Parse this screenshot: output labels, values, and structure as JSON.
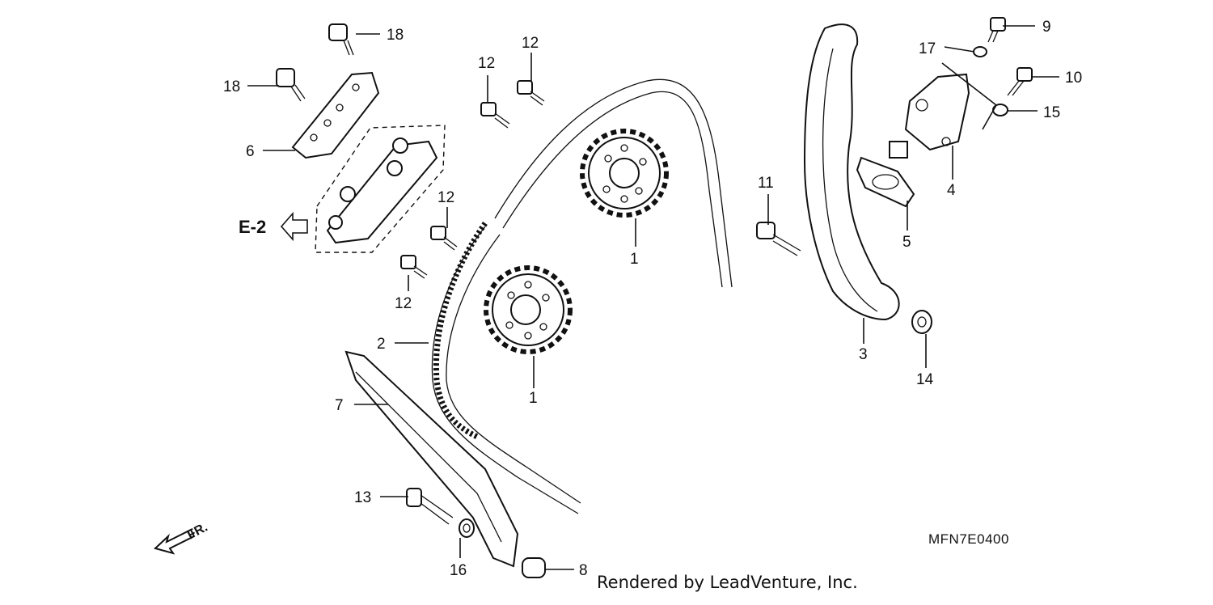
{
  "diagram": {
    "reference_code": "MFN7E0400",
    "credit": "Rendered by LeadVenture, Inc.",
    "nav_ref": "E-2",
    "front_marker": "FR.",
    "callouts": [
      {
        "id": "c1a",
        "text": "1"
      },
      {
        "id": "c1b",
        "text": "1"
      },
      {
        "id": "c2",
        "text": "2"
      },
      {
        "id": "c3",
        "text": "3"
      },
      {
        "id": "c4",
        "text": "4"
      },
      {
        "id": "c5",
        "text": "5"
      },
      {
        "id": "c6",
        "text": "6"
      },
      {
        "id": "c7",
        "text": "7"
      },
      {
        "id": "c8",
        "text": "8"
      },
      {
        "id": "c9",
        "text": "9"
      },
      {
        "id": "c10",
        "text": "10"
      },
      {
        "id": "c11",
        "text": "11"
      },
      {
        "id": "c12a",
        "text": "12"
      },
      {
        "id": "c12b",
        "text": "12"
      },
      {
        "id": "c12c",
        "text": "12"
      },
      {
        "id": "c12d",
        "text": "12"
      },
      {
        "id": "c13",
        "text": "13"
      },
      {
        "id": "c14",
        "text": "14"
      },
      {
        "id": "c15",
        "text": "15"
      },
      {
        "id": "c16",
        "text": "16"
      },
      {
        "id": "c17",
        "text": "17"
      },
      {
        "id": "c18a",
        "text": "18"
      },
      {
        "id": "c18b",
        "text": "18"
      }
    ]
  }
}
